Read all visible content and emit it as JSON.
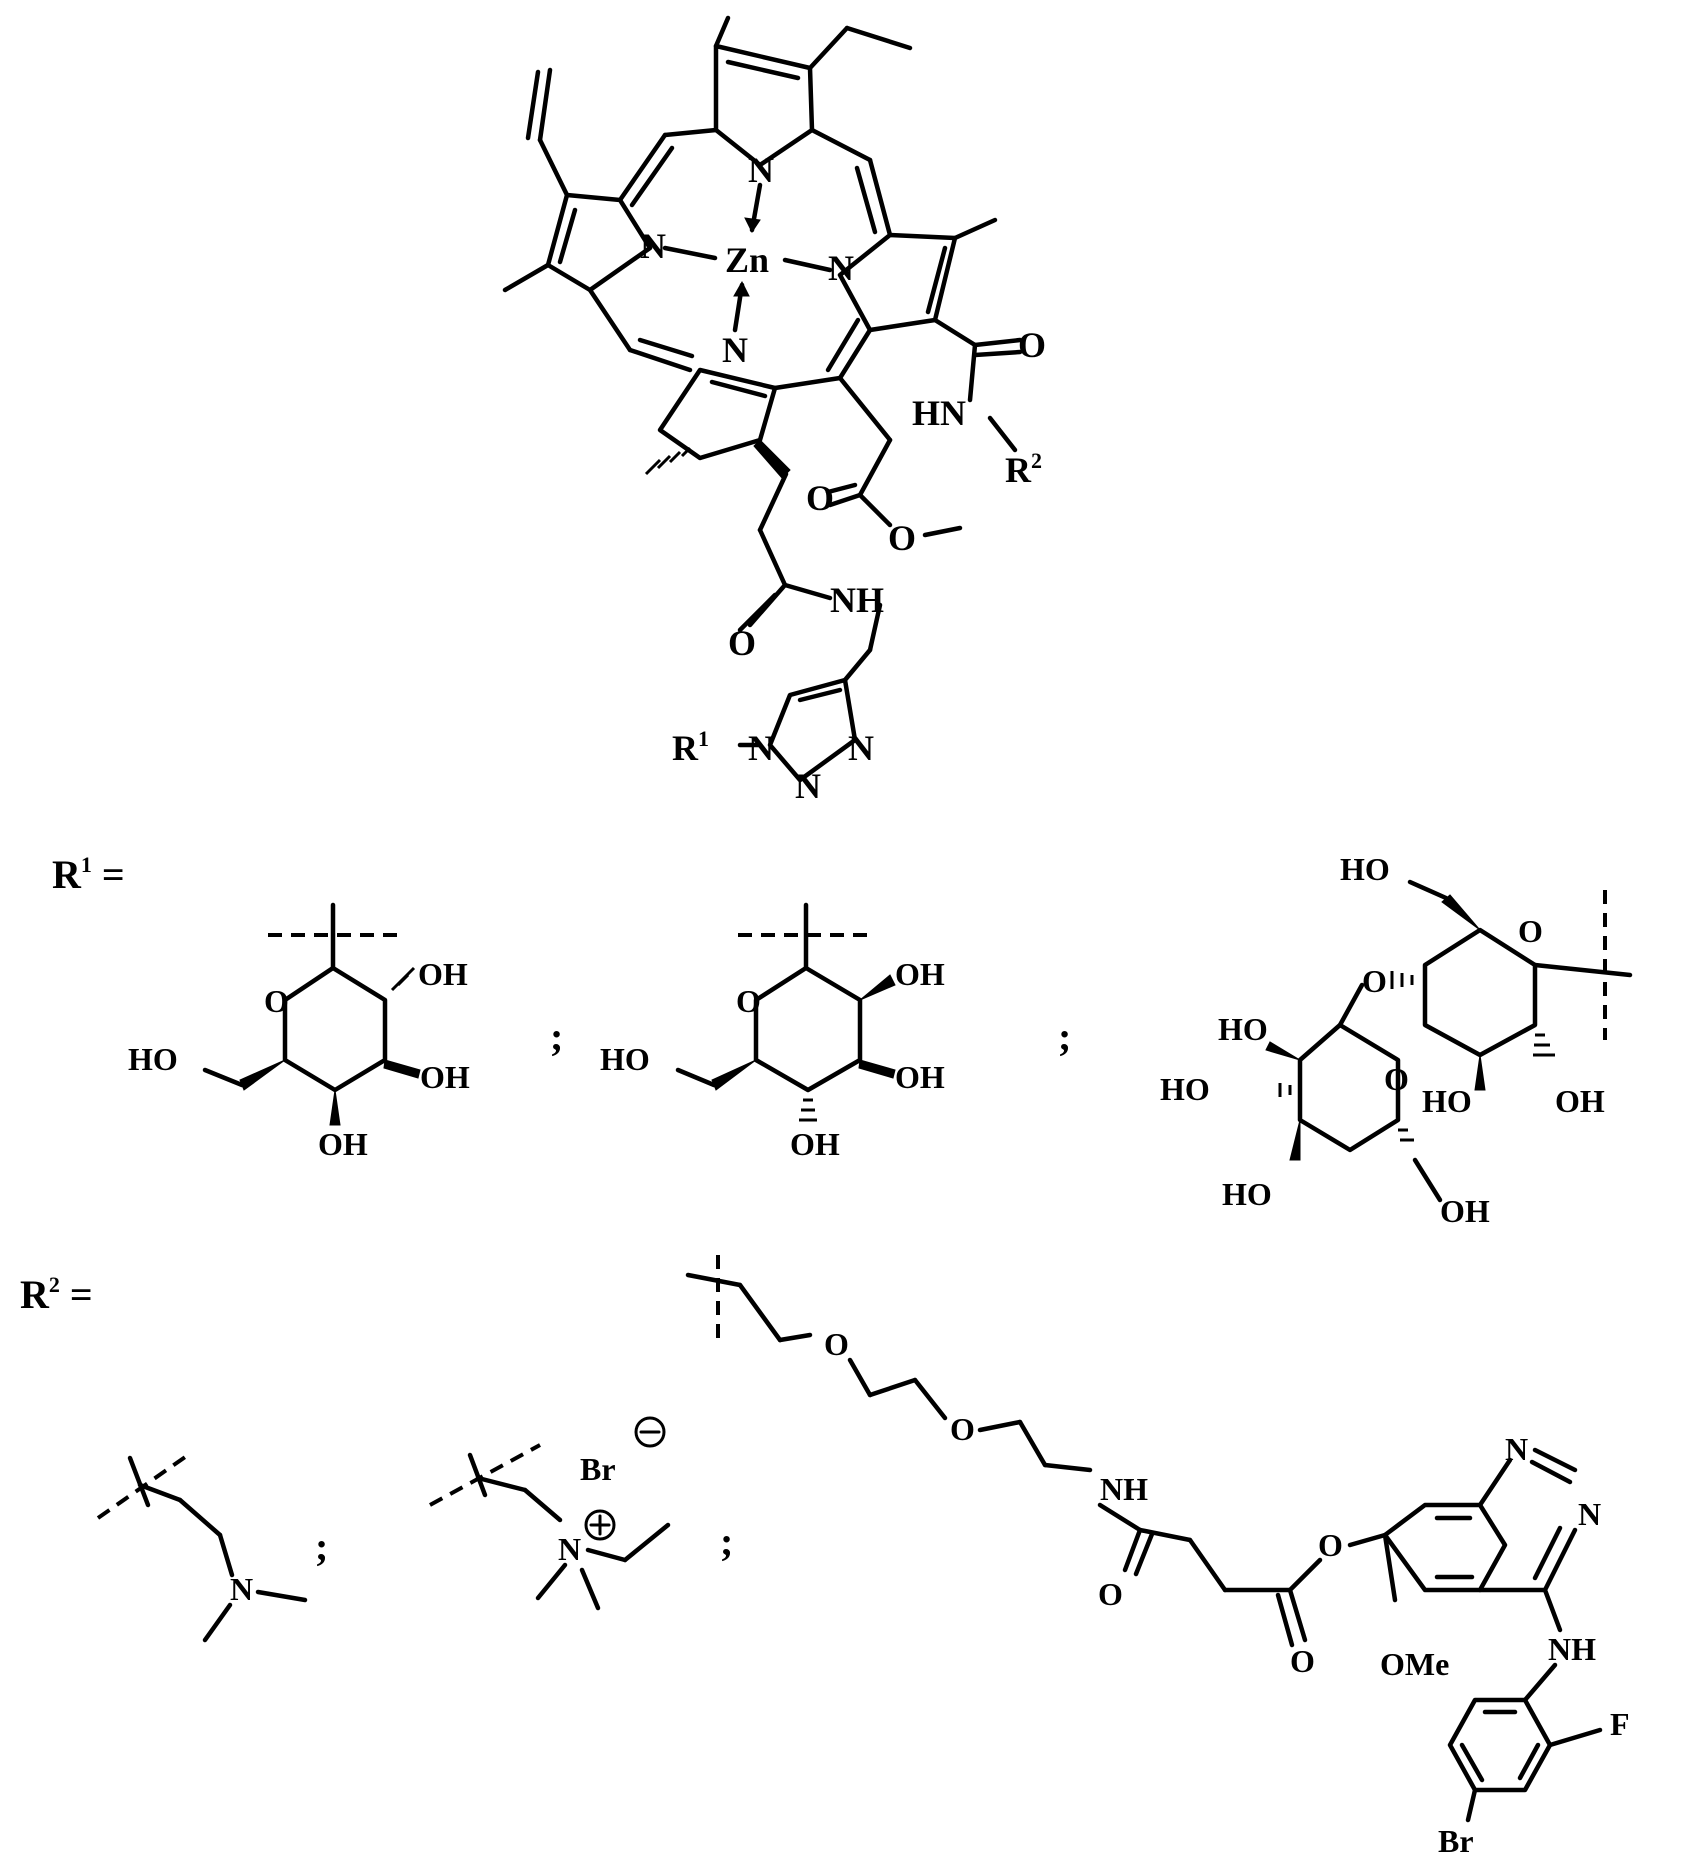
{
  "diagram": {
    "core": {
      "metal": "Zn",
      "nitrogen": "N",
      "amide_nh_right": "HN",
      "r2_symbol": "R",
      "r2_sup": "2",
      "ester_o": "O",
      "carbonyl_o": "O",
      "amide_nh_bottom": "NH",
      "carbonyl_o_bottom": "O",
      "triazole_n": "N",
      "r1_symbol": "R",
      "r1_sup": "1"
    },
    "r1_label": {
      "symbol": "R",
      "sup": "1",
      "eq": "="
    },
    "r2_label": {
      "symbol": "R",
      "sup": "2",
      "eq": "="
    },
    "separator": ";",
    "sugar": {
      "oh": "OH",
      "ho": "HO",
      "o": "O"
    },
    "amine": {
      "n": "N"
    },
    "ammonium": {
      "n": "N",
      "br": "Br"
    },
    "egfr": {
      "o": "O",
      "nh": "NH",
      "n": "N",
      "ome": "OMe",
      "f": "F",
      "br": "Br"
    }
  }
}
